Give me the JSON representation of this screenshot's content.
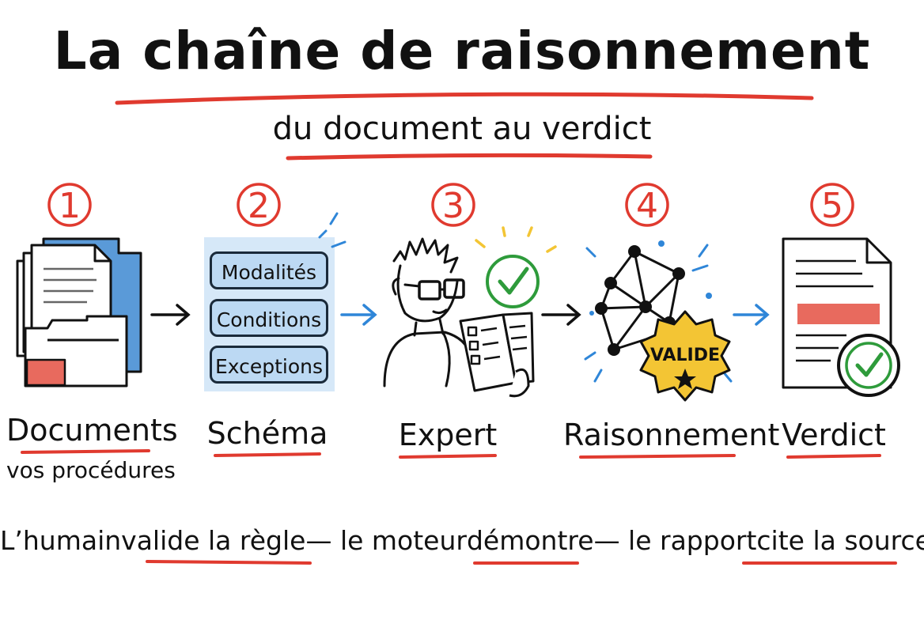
{
  "title": "La chaîne de raisonnement",
  "subtitle": "du document au verdict",
  "steps": [
    {
      "number": "1",
      "label": "Documents",
      "sublabel": "vos procédures"
    },
    {
      "number": "2",
      "label": "Schéma",
      "boxes": [
        "Modalités",
        "Conditions",
        "Exceptions"
      ]
    },
    {
      "number": "3",
      "label": "Expert"
    },
    {
      "number": "4",
      "label": "Raisonnement",
      "badge": "VALIDE"
    },
    {
      "number": "5",
      "label": "Verdict"
    }
  ],
  "footer": {
    "p1": "L’humain ",
    "p2": "valide la règle",
    "p3": " — le moteur ",
    "p4": "démontre",
    "p5": " — le rapport ",
    "p6": "cite la source"
  },
  "colors": {
    "accent_red": "#e03a2f",
    "accent_blue": "#2f86d8",
    "check_green": "#2e9b3b",
    "badge_yellow": "#f3c534",
    "folder_blue": "#5a9ad8"
  }
}
